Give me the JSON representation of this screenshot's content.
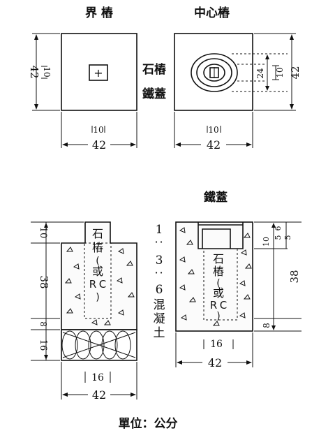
{
  "titles": {
    "boundary": "界 樁",
    "center": "中心樁",
    "cover": "鐵蓋",
    "unit": "單位：公分"
  },
  "labels": {
    "stone_pile": "石樁",
    "iron_cover": "鐵蓋",
    "mix_ratio": [
      "1",
      "：",
      "3",
      "：",
      "6"
    ],
    "concrete": [
      "混",
      "凝",
      "土"
    ],
    "left_core": [
      "石",
      "樁",
      "(",
      "或",
      "R",
      "C",
      ")"
    ],
    "right_core": [
      "石",
      "樁",
      "(",
      "或",
      "R",
      "C",
      ")"
    ]
  },
  "dims": {
    "top_left_height": "42",
    "top_left_inner": "10",
    "top_left_width": "42",
    "top_left_inner_w": "10",
    "top_right_24": "24",
    "top_right_10": "10",
    "top_right_42": "42",
    "top_right_width": "42",
    "top_right_inner_w": "10",
    "bot_left_10": "10",
    "bot_left_38": "38",
    "bot_left_8": "8",
    "bot_left_16": "16",
    "bot_left_w16": "16",
    "bot_left_w42": "42",
    "bot_right_6": "6",
    "bot_right_5a": "5",
    "bot_right_5b": "5",
    "bot_right_10": "10",
    "bot_right_38": "38",
    "bot_right_8": "8",
    "bot_right_w16": "16",
    "bot_right_w42": "42"
  },
  "icons": {
    "plus": "+"
  }
}
